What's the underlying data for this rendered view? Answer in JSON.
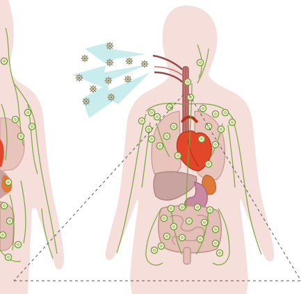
{
  "diagram": {
    "figures": [
      {
        "id": "left-body-partial",
        "visible": "partial"
      },
      {
        "id": "center-body",
        "visible": "full"
      }
    ],
    "colors": {
      "body_fill": "#f6dedb",
      "lymph_line": "#74a83a",
      "lymph_node_fill": "#f0f4d6",
      "lymph_node_stroke": "#6c9d33",
      "particle_fill": "#d7d2b4",
      "particle_stroke": "#7a7456",
      "heart": "#e2472a",
      "heart_dark": "#b6311c",
      "lung": "#e8c4bd",
      "liver": "#c9a3a0",
      "stomach": "#c98ba1",
      "intestine": "#e3bfb8",
      "trachea": "#a85a5a",
      "spleen": "#e07a3b",
      "arrow_fill": "#c9ecec",
      "dashed_line": "#555555"
    },
    "inhalation": {
      "arrow_count": 3,
      "particle_count": 11
    },
    "zoom_lines": {
      "style": "dashed",
      "count": 3
    }
  }
}
